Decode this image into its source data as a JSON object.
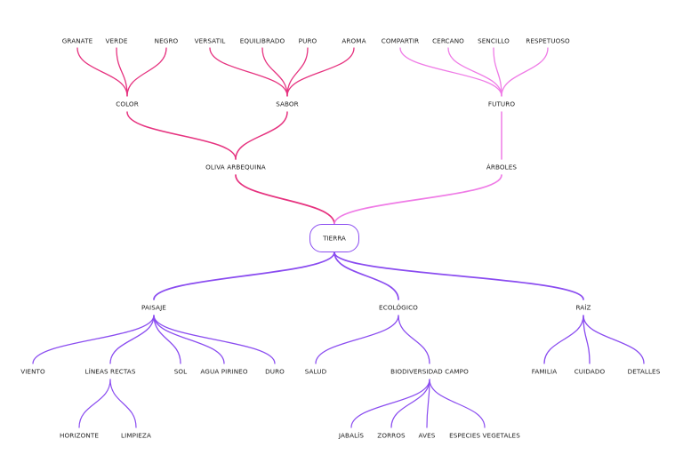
{
  "colors": {
    "upper_left": "#e6327f",
    "upper_right": "#ef7be6",
    "lower": "#8a4cf0",
    "text": "#222222"
  },
  "root": {
    "label": "TIERRA"
  },
  "upper": {
    "oliva": {
      "label": "OLIVA ARBEQUINA",
      "color": {
        "label": "COLOR",
        "leaves": [
          "GRANATE",
          "VERDE",
          "NEGRO"
        ]
      },
      "sabor": {
        "label": "SABOR",
        "leaves": [
          "VERSATIL",
          "EQUILIBRADO",
          "PURO",
          "AROMA"
        ]
      }
    },
    "arboles": {
      "label": "ÁRBOLES",
      "futuro": {
        "label": "FUTURO",
        "leaves": [
          "COMPARTIR",
          "CERCANO",
          "SENCILLO",
          "RESPETUOSO"
        ]
      }
    }
  },
  "lower": {
    "paisaje": {
      "label": "PAISAJE",
      "leaves": [
        "VIENTO",
        "LÍNEAS RECTAS",
        "SOL",
        "AGUA PIRINEO",
        "DURO"
      ],
      "lineas_children": [
        "HORIZONTE",
        "LIMPIEZA"
      ]
    },
    "ecologico": {
      "label": "ECOLÓGICO",
      "leaves": [
        "SALUD",
        "BIODIVERSIDAD CAMPO"
      ],
      "biodiversidad_children": [
        "JABALÍS",
        "ZORROS",
        "AVES",
        "ESPECIES VEGETALES"
      ]
    },
    "raiz": {
      "label": "RAÍZ",
      "leaves": [
        "FAMILIA",
        "CUIDADO",
        "DETALLES"
      ]
    }
  }
}
